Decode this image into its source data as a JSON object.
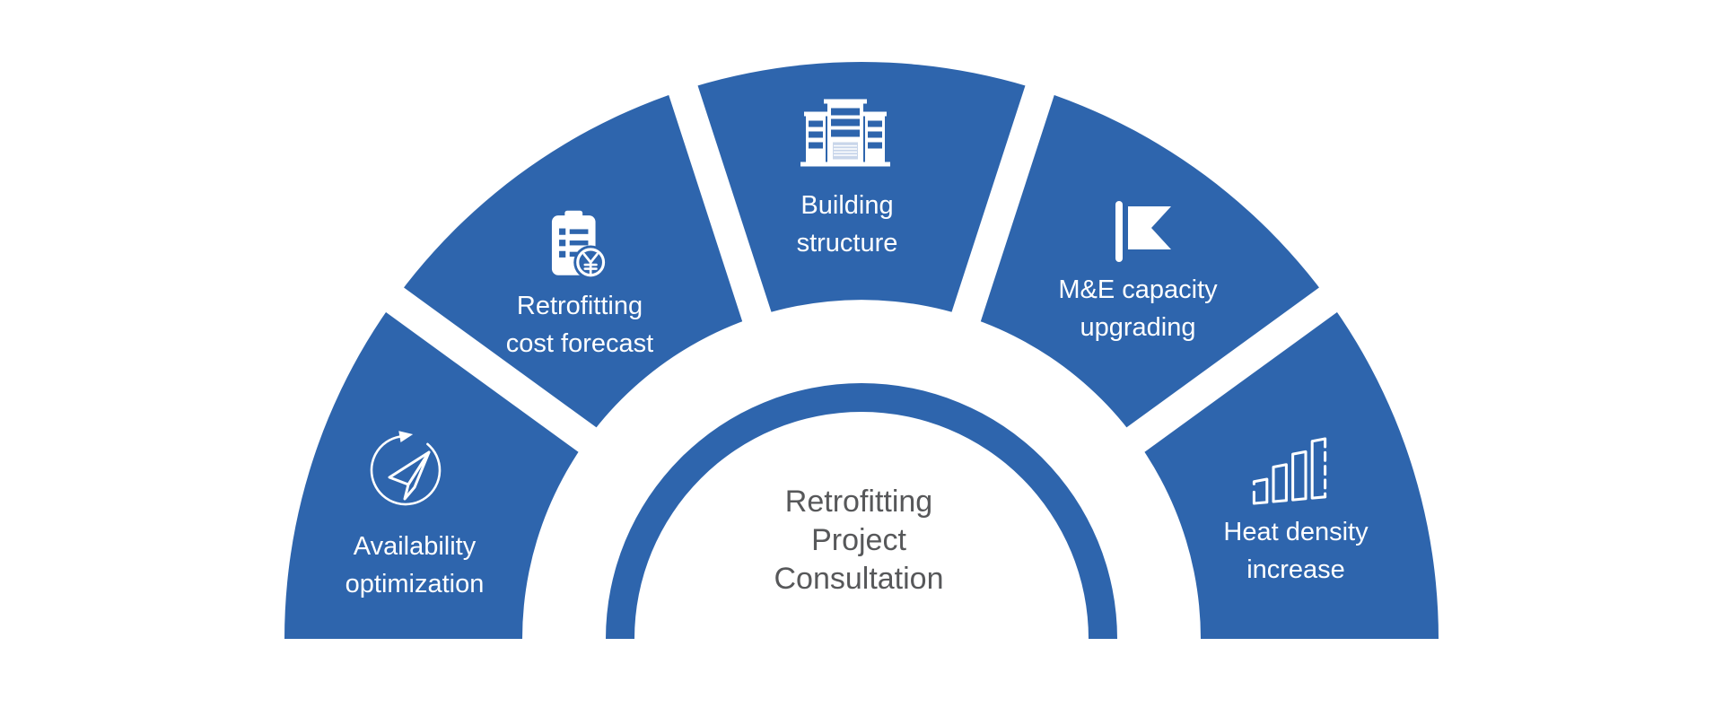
{
  "diagram": {
    "type": "semicircular-fan",
    "center_title_lines": [
      "Retrofitting",
      "Project",
      "Consultation"
    ],
    "segments": [
      {
        "id": "availability-optimization",
        "icon": "paper-plane-cycle-icon",
        "label_lines": [
          "Availability",
          "optimization"
        ]
      },
      {
        "id": "retrofitting-cost-forecast",
        "icon": "cost-clipboard-yen-icon",
        "label_lines": [
          "Retrofitting",
          "cost forecast"
        ]
      },
      {
        "id": "building-structure",
        "icon": "building-icon",
        "label_lines": [
          "Building",
          "structure"
        ]
      },
      {
        "id": "me-capacity-upgrading",
        "icon": "flag-icon",
        "label_lines": [
          "M&E capacity",
          "upgrading"
        ]
      },
      {
        "id": "heat-density-increase",
        "icon": "rising-bars-icon",
        "label_lines": [
          "Heat density",
          "increase"
        ]
      }
    ],
    "colors": {
      "segment_blue": "#2e65ad",
      "icon_white": "#ffffff",
      "label_white": "#ffffff",
      "center_text_gray": "#57585a",
      "building_door_light": "#c9d6ea",
      "background": "#ffffff"
    }
  }
}
